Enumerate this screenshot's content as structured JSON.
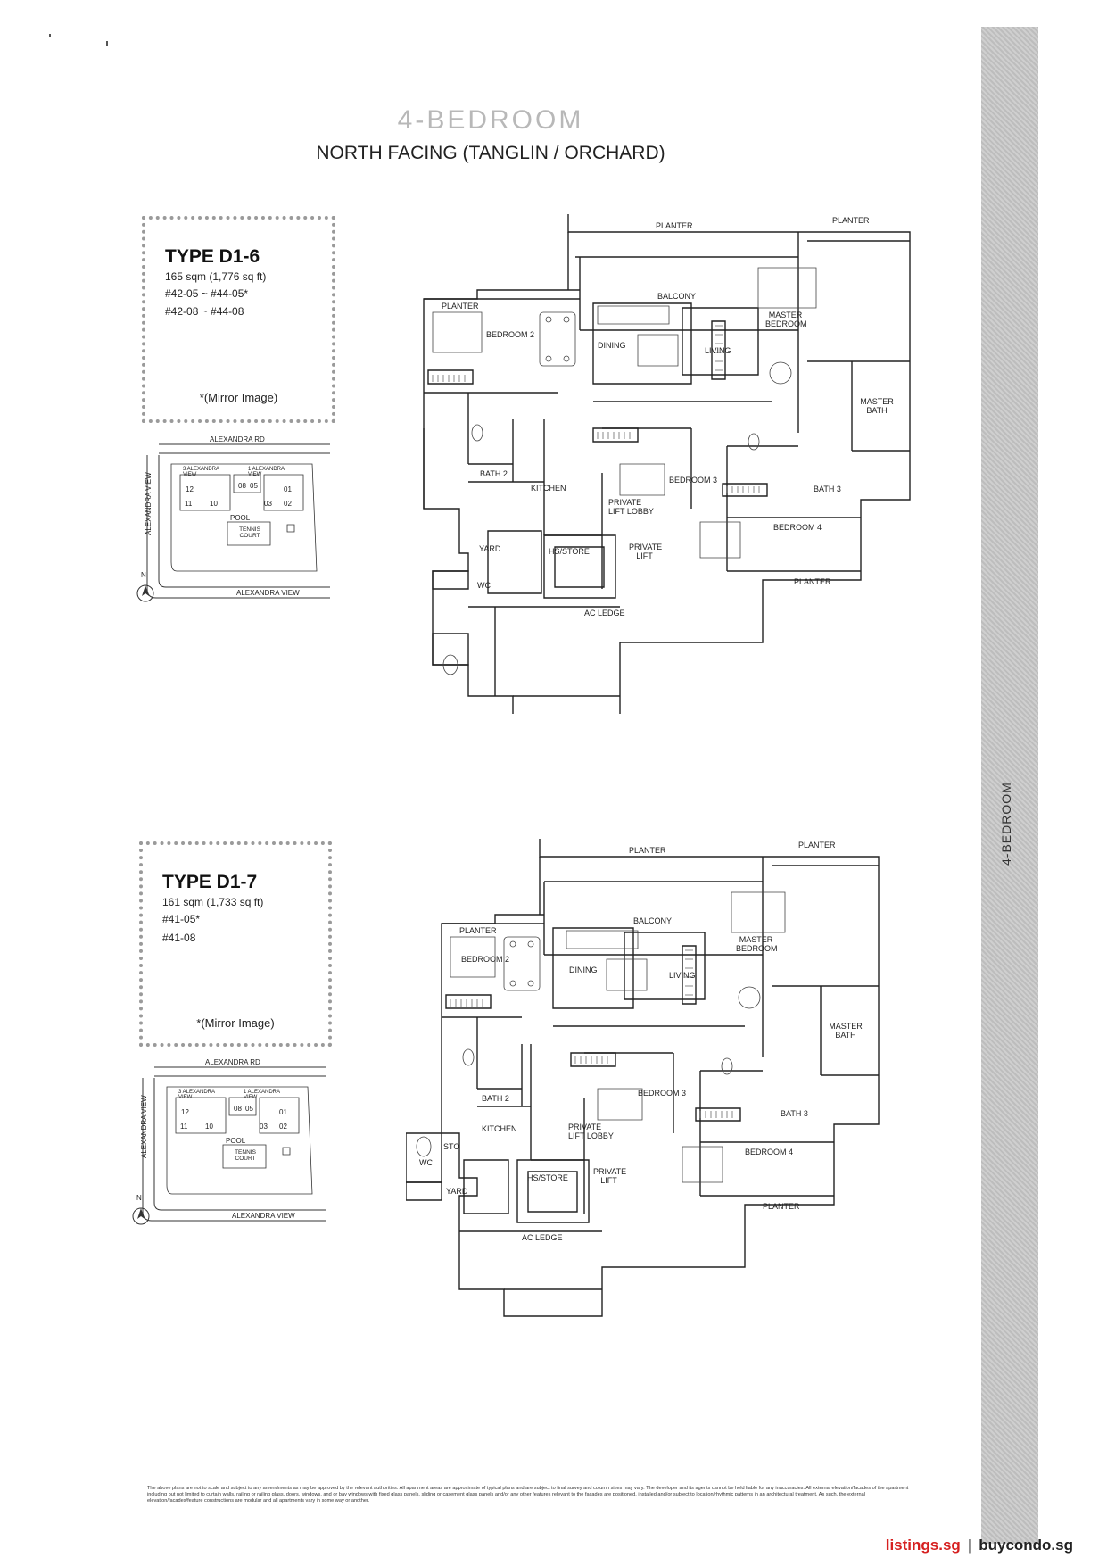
{
  "page": {
    "heading": "4-BEDROOM",
    "subheading": "NORTH FACING (TANGLIN / ORCHARD)",
    "side_label": "4-BEDROOM"
  },
  "units": [
    {
      "type": "TYPE D1-6",
      "area": "165 sqm (1,776 sq ft)",
      "units_line1": "#42-05 ~ #44-05*",
      "units_line2": "#42-08 ~ #44-08",
      "note": "*(Mirror Image)",
      "keyplan": {
        "road_top": "ALEXANDRA RD",
        "road_side": "ALEXANDRA VIEW",
        "road_bottom": "ALEXANDRA VIEW",
        "block_left": "3 ALEXANDRA VIEW",
        "block_right": "1 ALEXANDRA VIEW",
        "stacks": [
          "12",
          "08",
          "05",
          "01",
          "11",
          "10",
          "03",
          "02"
        ],
        "pool": "POOL",
        "court": "TENNIS COURT",
        "north": "N"
      },
      "rooms": {
        "planter_top": "PLANTER",
        "planter_right": "PLANTER",
        "planter_left": "PLANTER",
        "balcony": "BALCONY",
        "master_bedroom": "MASTER BEDROOM",
        "bedroom2": "BEDROOM 2",
        "dining": "DINING",
        "living": "LIVING",
        "master_bath": "MASTER BATH",
        "bath2": "BATH 2",
        "bath3": "BATH 3",
        "kitchen": "KITCHEN",
        "bedroom3": "BEDROOM 3",
        "lift_lobby": "PRIVATE LIFT LOBBY",
        "bedroom4": "BEDROOM 4",
        "yard": "YARD",
        "hs_store": "HS/STORE",
        "private_lift": "PRIVATE LIFT",
        "wc": "WC",
        "planter_bottom": "PLANTER",
        "ac_ledge": "AC LEDGE"
      }
    },
    {
      "type": "TYPE D1-7",
      "area": "161 sqm (1,733 sq ft)",
      "units_line1": "#41-05*",
      "units_line2": "#41-08",
      "note": "*(Mirror Image)",
      "keyplan": {
        "road_top": "ALEXANDRA RD",
        "road_side": "ALEXANDRA VIEW",
        "road_bottom": "ALEXANDRA VIEW",
        "block_left": "3 ALEXANDRA VIEW",
        "block_right": "1 ALEXANDRA VIEW",
        "stacks": [
          "12",
          "08",
          "05",
          "01",
          "11",
          "10",
          "03",
          "02"
        ],
        "pool": "POOL",
        "court": "TENNIS COURT",
        "north": "N"
      },
      "rooms": {
        "planter_top": "PLANTER",
        "planter_right": "PLANTER",
        "planter_left": "PLANTER",
        "balcony": "BALCONY",
        "master_bedroom": "MASTER BEDROOM",
        "bedroom2": "BEDROOM 2",
        "dining": "DINING",
        "living": "LIVING",
        "master_bath": "MASTER BATH",
        "bath2": "BATH 2",
        "bath3": "BATH 3",
        "kitchen": "KITCHEN",
        "bedroom3": "BEDROOM 3",
        "lift_lobby": "PRIVATE LIFT LOBBY",
        "bedroom4": "BEDROOM 4",
        "yard": "YARD",
        "hs_store": "HS/STORE",
        "private_lift": "PRIVATE LIFT",
        "wc": "WC",
        "sto": "STO",
        "planter_bottom": "PLANTER",
        "ac_ledge": "AC LEDGE"
      }
    }
  ],
  "disclaimer": "The above plans are not to scale and subject to any amendments as may be approved by the relevant authorities. All apartment areas are approximate of typical plans and are subject to final survey and column sizes may vary. The developer and its agents cannot be held liable for any inaccuracies. All external elevation/facades of the apartment including but not limited to curtain walls, railing or railing glass, doors, windows, and or bay windows with fixed glass panels, sliding or casement glass panels and/or any other features relevant to the facades are positioned, installed and/or subject to location/rhythmic patterns in an architectural treatment. As such, the external elevation/facades/feature constructions are modular and all apartments vary in some way or another.",
  "footer": {
    "site1": "listings.sg",
    "separator": "|",
    "site2": "buycondo.sg"
  }
}
